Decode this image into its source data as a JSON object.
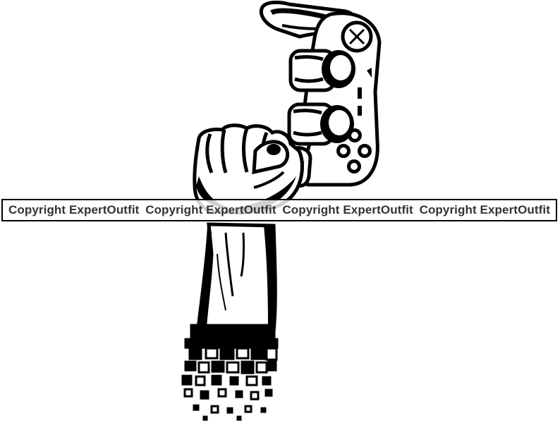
{
  "illustration": {
    "subject_icon": "raised-fist-holding-gamepad-icon",
    "ink_color": "#000000",
    "paper_color": "#ffffff"
  },
  "watermark": {
    "items": [
      "Copyright ExpertOutfit",
      "Copyright ExpertOutfit",
      "Copyright ExpertOutfit",
      "Copyright ExpertOutfit"
    ]
  }
}
